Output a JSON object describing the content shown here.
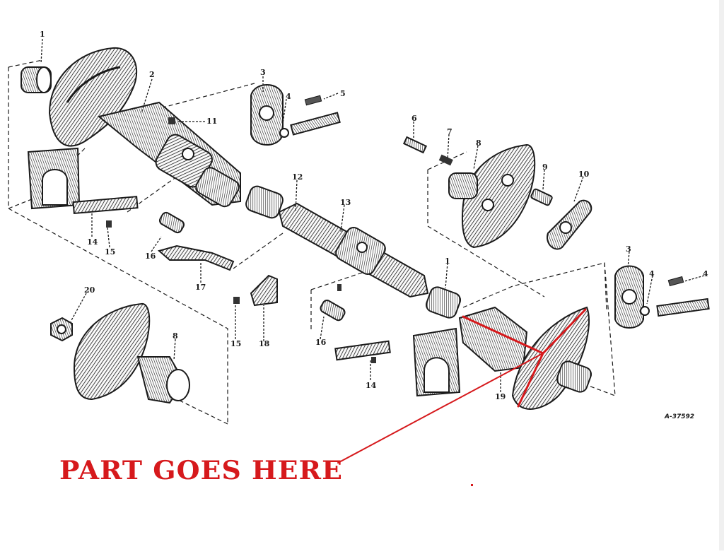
{
  "diagram": {
    "callouts": {
      "c1a": "1",
      "c2": "2",
      "c3a": "3",
      "c4a": "4",
      "c5": "5",
      "c11": "11",
      "c6": "6",
      "c7": "7",
      "c8a": "8",
      "c9": "9",
      "c10": "10",
      "c12": "12",
      "c13": "13",
      "c14a": "14",
      "c15a": "15",
      "c16a": "16",
      "c17": "17",
      "c1b": "1",
      "c3b": "3",
      "c4b": "4",
      "c4c": "4",
      "c20": "20",
      "c8b": "8",
      "c15b": "15",
      "c18": "18",
      "c16b": "16",
      "c14b": "14",
      "c19": "19"
    },
    "drawing_number": "A-37592"
  },
  "annotation": {
    "text": "PART GOES HERE",
    "color": "#d6191c"
  },
  "ink_color": "#1a1a1a"
}
